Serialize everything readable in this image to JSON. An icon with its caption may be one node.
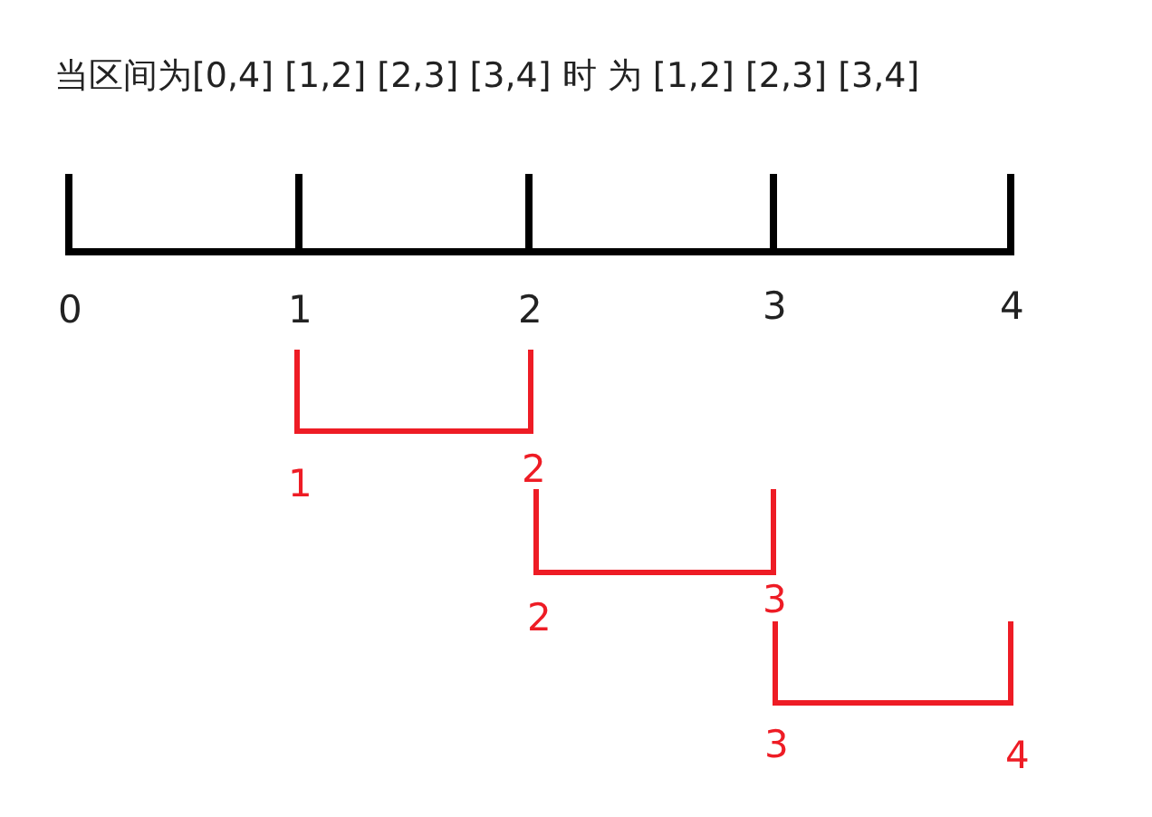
{
  "diagram": {
    "title": "当区间为[0,4] [1,2] [2,3] [3,4] 时 为 [1,2] [2,3] [3,4]",
    "labels": [
      "0",
      "1",
      "2",
      "3",
      "4",
      "1",
      "2",
      "2",
      "3",
      "3",
      "4"
    ]
  }
}
